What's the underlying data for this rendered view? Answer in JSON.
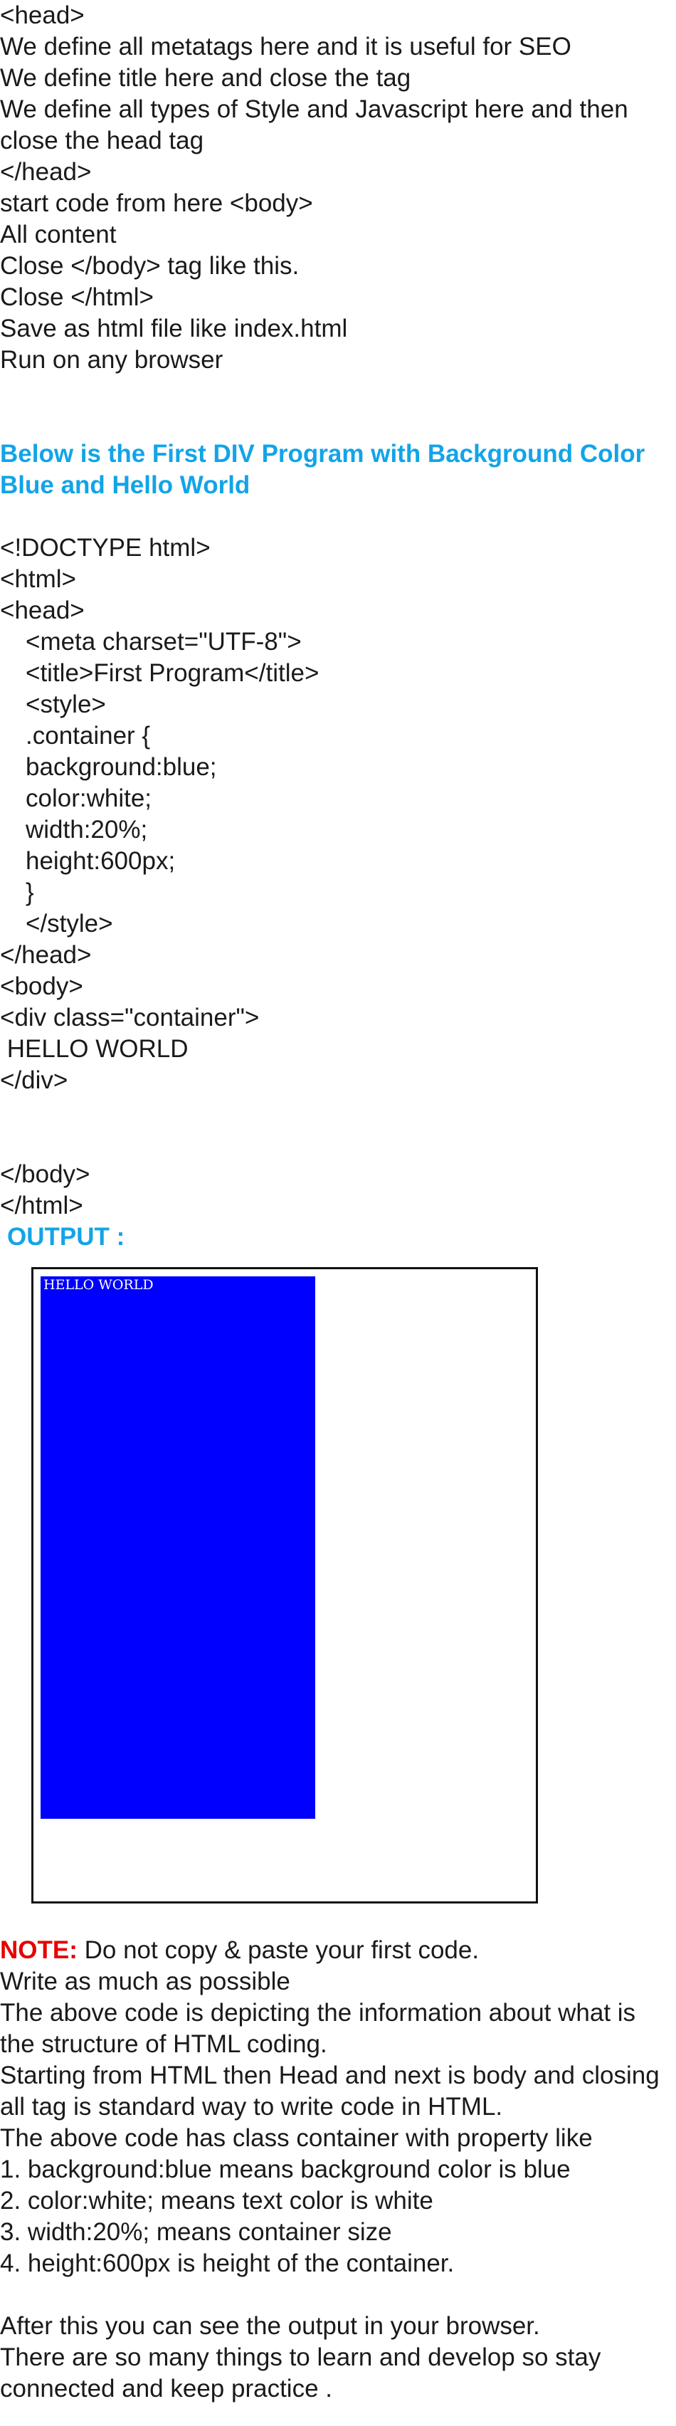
{
  "head_section": {
    "lines": [
      "<head>",
      "We define all metatags here and it is useful for SEO",
      "We define title here and close the tag",
      "We define all types of Style and Javascript here and then close the head tag",
      "</head>",
      "start code from here <body>",
      "All content",
      "Close </body> tag like this.",
      "Close </html>",
      "Save as html file like index.html",
      "Run on any browser"
    ]
  },
  "program_heading": "Below is the First DIV Program with Background Color Blue and Hello World",
  "code_lines": [
    {
      "text": "<!DOCTYPE html>",
      "indent": false
    },
    {
      "text": "<html>",
      "indent": false
    },
    {
      "text": "<head>",
      "indent": false
    },
    {
      "text": "<meta charset=\"UTF-8\">",
      "indent": true
    },
    {
      "text": "<title>First Program</title>",
      "indent": true
    },
    {
      "text": "<style>",
      "indent": true
    },
    {
      "text": ".container {",
      "indent": true
    },
    {
      "text": "background:blue;",
      "indent": true
    },
    {
      "text": "color:white;",
      "indent": true
    },
    {
      "text": "width:20%;",
      "indent": true
    },
    {
      "text": "height:600px;",
      "indent": true
    },
    {
      "text": "}",
      "indent": true
    },
    {
      "text": "</style>",
      "indent": true
    },
    {
      "text": "</head>",
      "indent": false
    },
    {
      "text": "<body>",
      "indent": false
    },
    {
      "text": "<div class=\"container\">",
      "indent": false
    },
    {
      "text": " HELLO WORLD",
      "indent": false
    },
    {
      "text": "</div>",
      "indent": false
    }
  ],
  "code_end_lines": [
    "</body>",
    "</html>"
  ],
  "output_label": "OUTPUT :",
  "output_preview_text": "HELLO WORLD",
  "note": {
    "label": "NOTE:",
    "text": " Do not copy & paste your first code."
  },
  "closing_lines": [
    "Write as much as possible",
    "The above code is depicting the information about what is the structure of HTML coding.",
    "Starting from HTML then Head and next is body and closing all tag is standard way to write code in HTML.",
    "The above code has class container with property like",
    "1. background:blue means background color is blue",
    "2. color:white; means text color is white",
    "3. width:20%; means container size",
    "4. height:600px is height of the container."
  ],
  "final_lines": [
    "After this you can see the output in your browser.",
    "There are so many things to learn and develop so stay connected and keep practice ."
  ],
  "colors": {
    "heading": "#12a4e8",
    "note_label": "#e60000",
    "preview_box": "#0000ff",
    "text": "#1a1a1a"
  }
}
